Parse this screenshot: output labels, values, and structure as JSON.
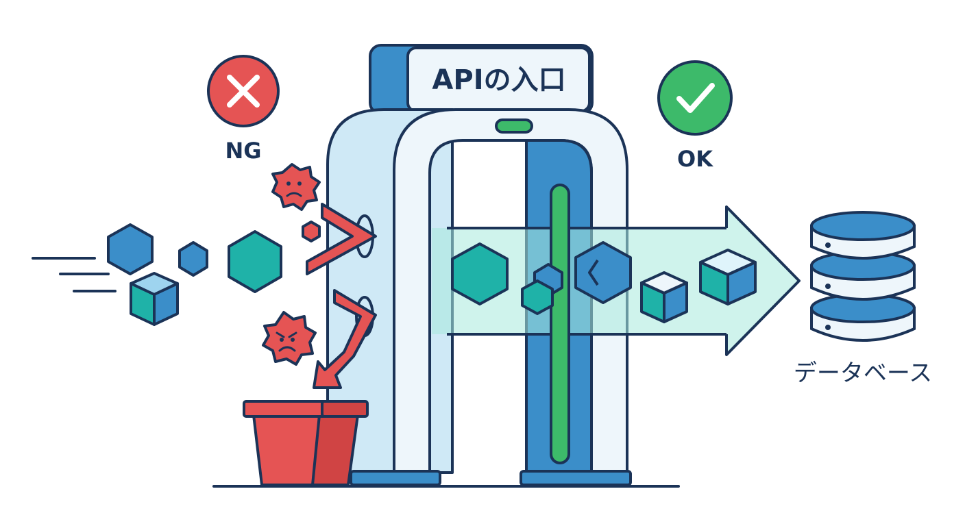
{
  "gate": {
    "sign_text": "APIの入口"
  },
  "status": {
    "ng": {
      "label": "NG",
      "color": "#e55454"
    },
    "ok": {
      "label": "OK",
      "color": "#3dba6a"
    }
  },
  "database": {
    "label": "データベース"
  },
  "colors": {
    "outline": "#1b3357",
    "blue": "#3b8ec9",
    "teal": "#1fb2a8",
    "light_blue": "#d4ecf7",
    "mint": "#a8e9dc",
    "red": "#e55454",
    "green": "#3dba6a"
  },
  "icons": {
    "ng_badge": "cross-icon",
    "ok_badge": "check-icon",
    "database": "database-icon",
    "trash": "trash-bin-icon",
    "virus": "virus-icon"
  }
}
